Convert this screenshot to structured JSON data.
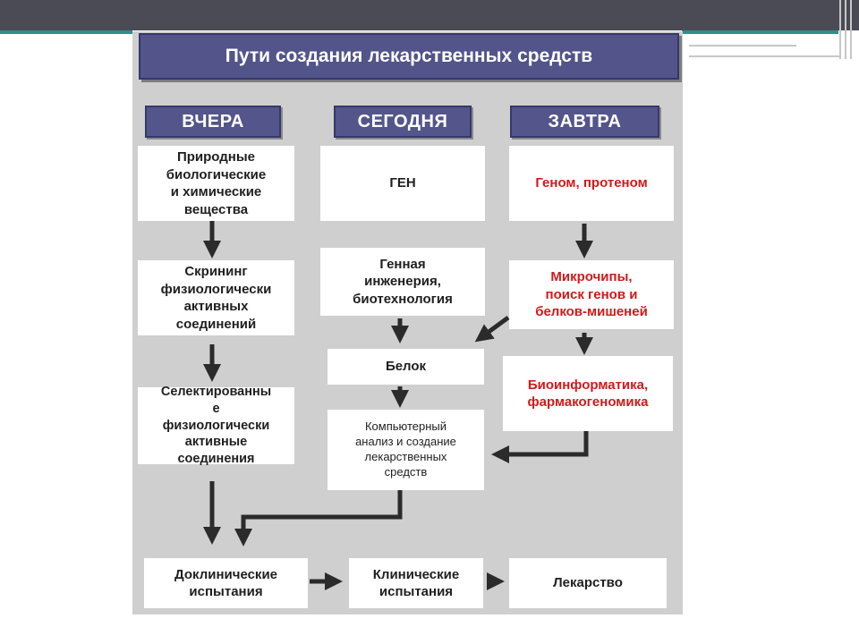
{
  "title": "Пути создания лекарственных средств",
  "columns": {
    "yesterday": "ВЧЕРА",
    "today": "СЕГОДНЯ",
    "tomorrow": "ЗАВТРА"
  },
  "yesterday": {
    "natural": "Природные\nбиологические\nи химические\nвещества",
    "screening": "Скрининг\nфизиологически\nактивных\nсоединений",
    "selected": "Селектированны\nе\nфизиологически\nактивные\nсоединения"
  },
  "today": {
    "gene": "ГЕН",
    "engineering": "Генная\nинженерия,\nбиотехнология",
    "protein": "Белок",
    "computer": "Компьютерный\nанализ и создание\nлекарственных\nсредств"
  },
  "tomorrow": {
    "genome": "Геном, протеном",
    "microchips": "Микрочипы,\nпоиск генов и\nбелков-мишеней",
    "bioinformatics": "Биоинформатика,\nфармакогеномика"
  },
  "bottom": {
    "preclinical": "Доклинические\nиспытания",
    "clinical": "Клинические\nиспытания",
    "drug": "Лекарство"
  },
  "colors": {
    "header_bg": "#54558a",
    "tomorrow_text": "#d11a1a",
    "panel_bg": "#cfcfcf",
    "arrow": "#2b2b2b"
  }
}
